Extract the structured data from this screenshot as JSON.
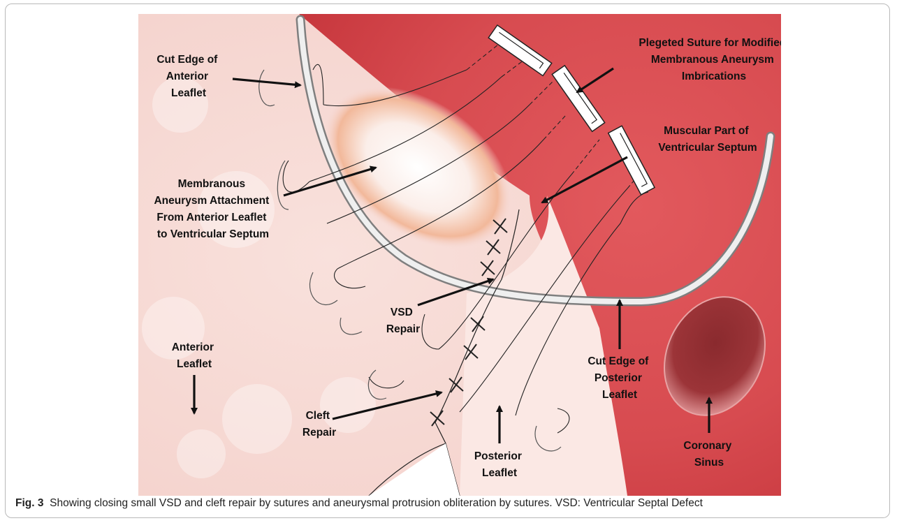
{
  "figure": {
    "labels": {
      "cut_edge_anterior": [
        "Cut Edge of",
        "Anterior",
        "Leaflet"
      ],
      "plegeted_suture": [
        "Plegeted Suture for Modified",
        "Membranous Aneurysm",
        "Imbrications"
      ],
      "muscular_part": [
        "Muscular Part of",
        "Ventricular Septum"
      ],
      "membranous_aneurysm": [
        "Membranous",
        "Aneurysm Attachment",
        "From Anterior Leaflet",
        "to Ventricular Septum"
      ],
      "vsd_repair": [
        "VSD",
        "Repair"
      ],
      "anterior_leaflet": [
        "Anterior",
        "Leaflet"
      ],
      "cut_edge_posterior": [
        "Cut Edge of",
        "Posterior",
        "Leaflet"
      ],
      "cleft_repair": [
        "Cleft",
        "Repair"
      ],
      "posterior_leaflet": [
        "Posterior",
        "Leaflet"
      ],
      "coronary_sinus": [
        "Coronary",
        "Sinus"
      ]
    },
    "colors": {
      "septum_red": "#d94a4f",
      "leaflet_pink": "#f6d8d4",
      "posterior_leaflet": "#fbe8e4",
      "sinus": "#8e2a2e",
      "ring": "#cfcfcf"
    }
  },
  "caption": {
    "label": "Fig. 3",
    "text": "Showing closing small VSD and cleft repair by sutures and aneurysmal protrusion obliteration by sutures. VSD: Ventricular Septal Defect"
  }
}
